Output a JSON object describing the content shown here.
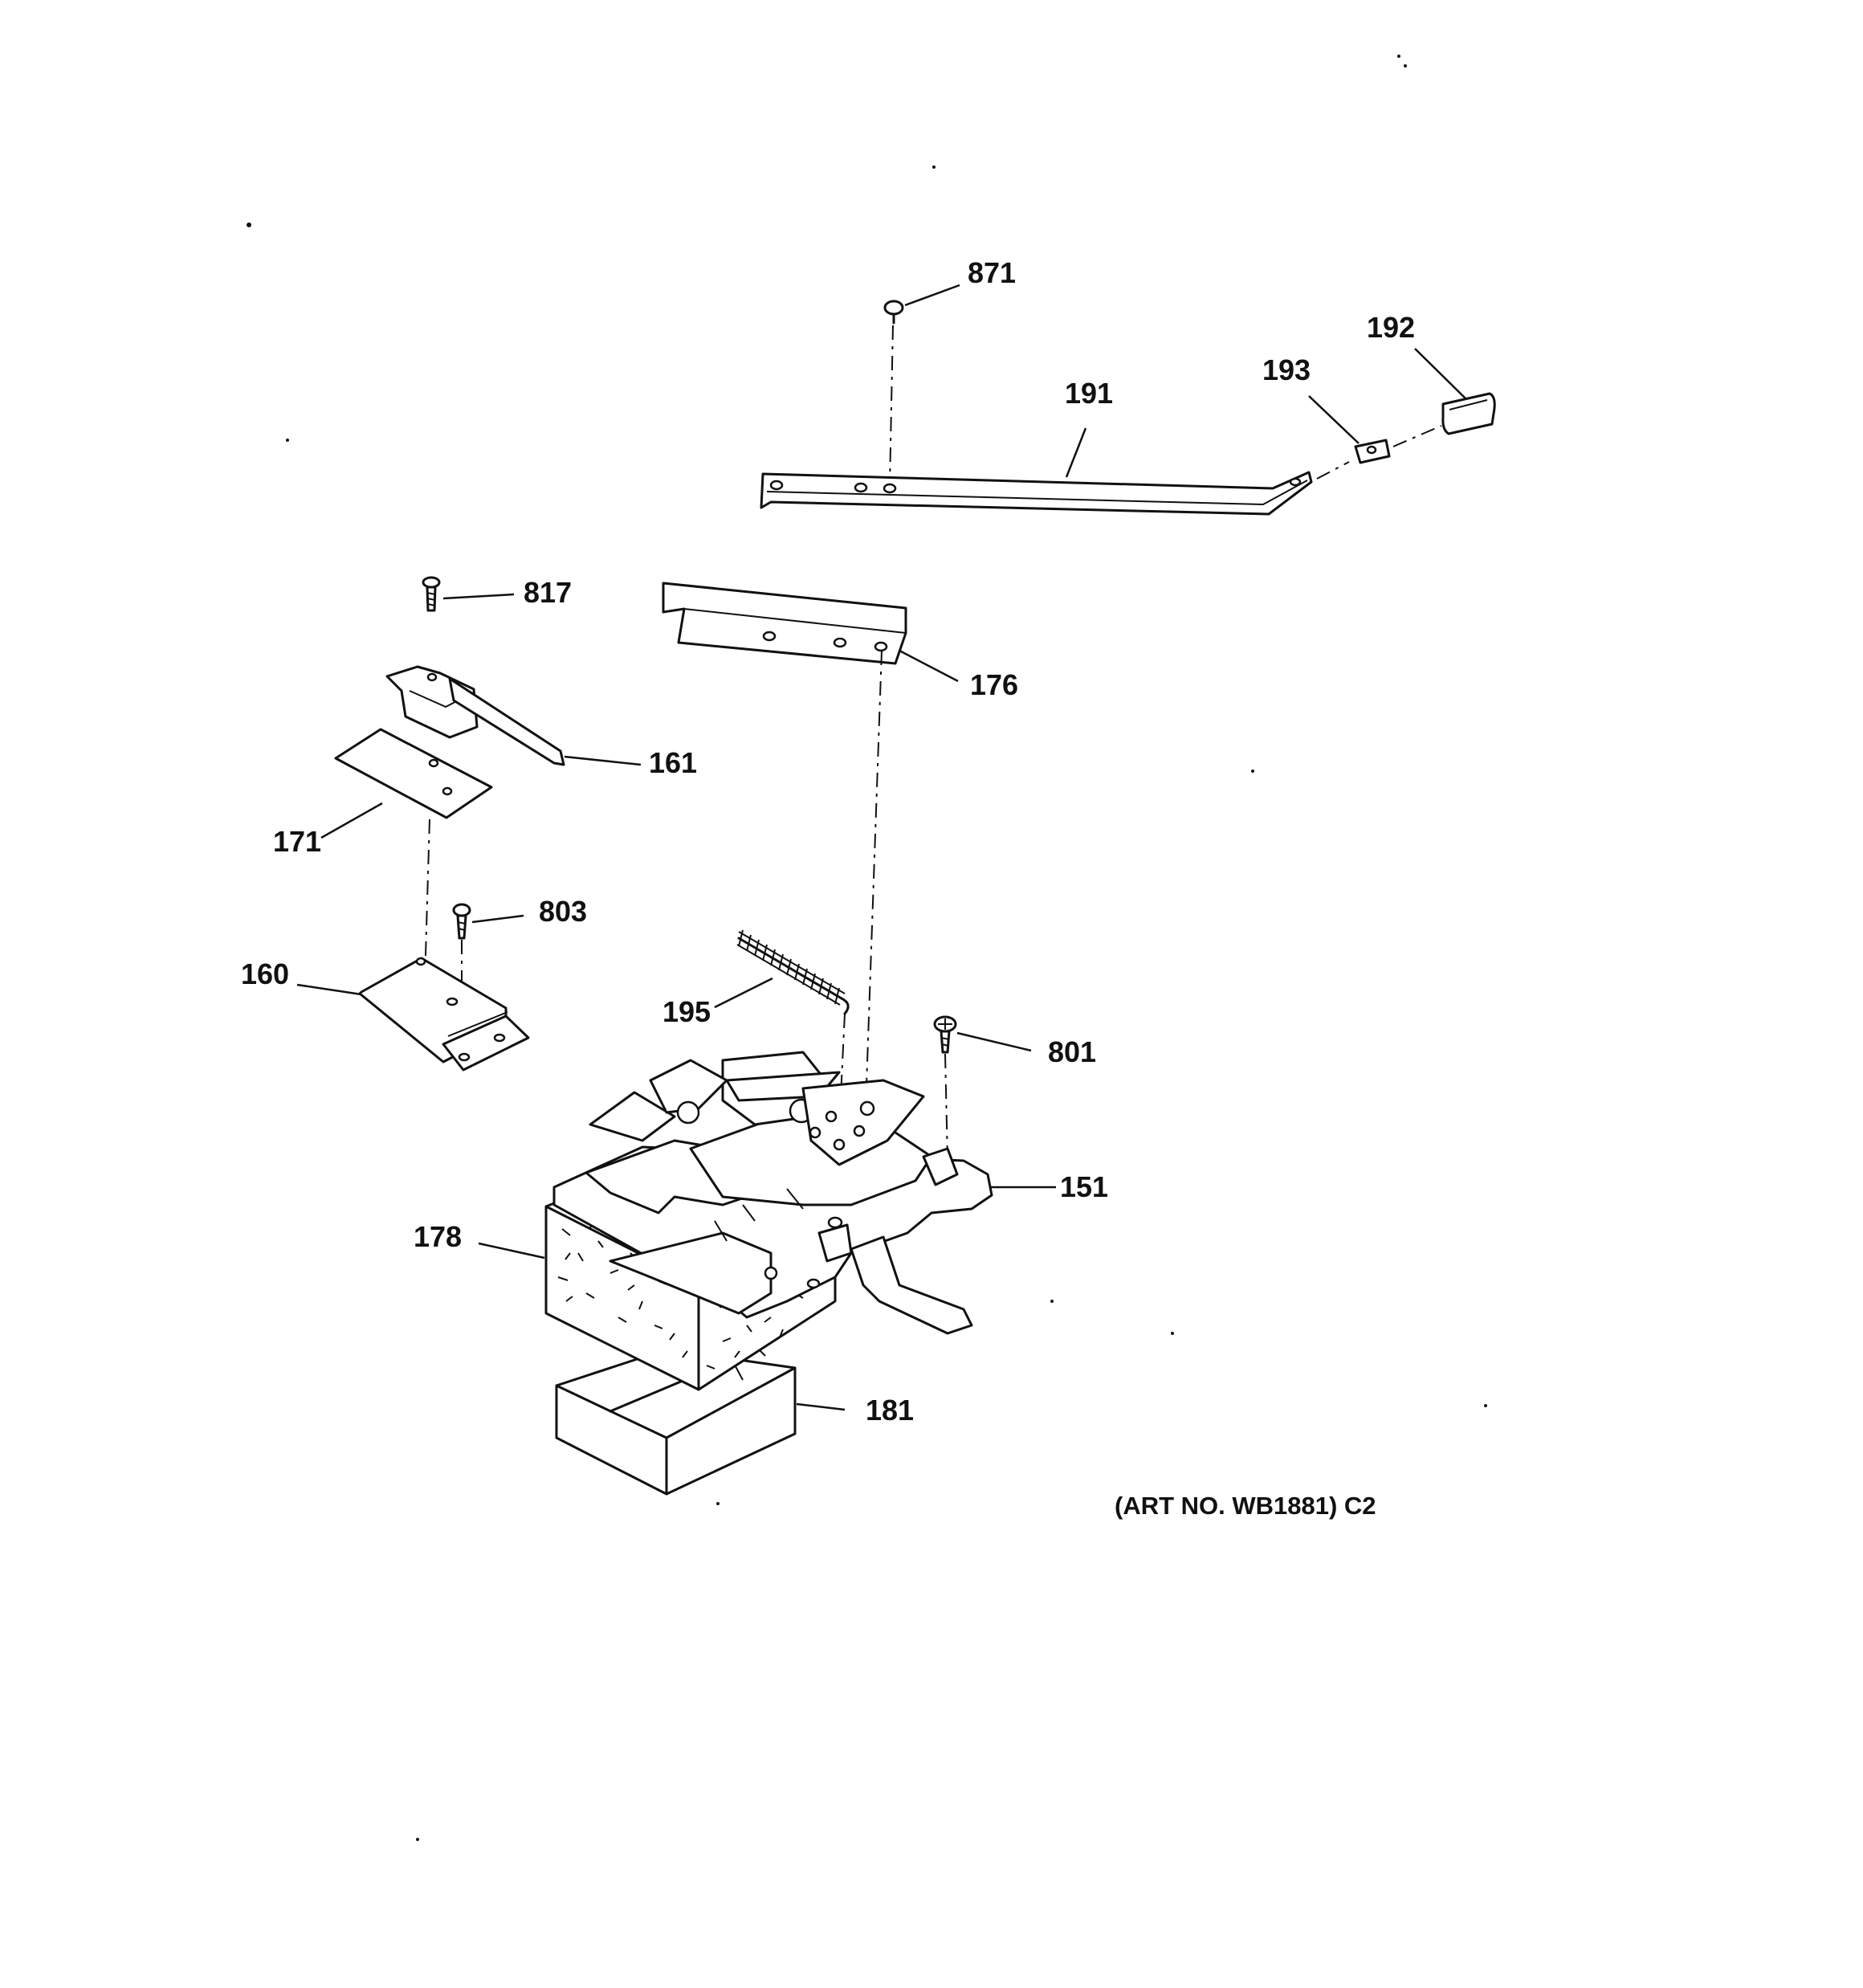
{
  "parts": {
    "p871": "871",
    "p192": "192",
    "p193": "193",
    "p191": "191",
    "p817": "817",
    "p176": "176",
    "p161": "161",
    "p171": "171",
    "p803": "803",
    "p160": "160",
    "p195": "195",
    "p801": "801",
    "p151": "151",
    "p178": "178",
    "p181": "181"
  },
  "caption": "(ART NO. WB1881) C2"
}
